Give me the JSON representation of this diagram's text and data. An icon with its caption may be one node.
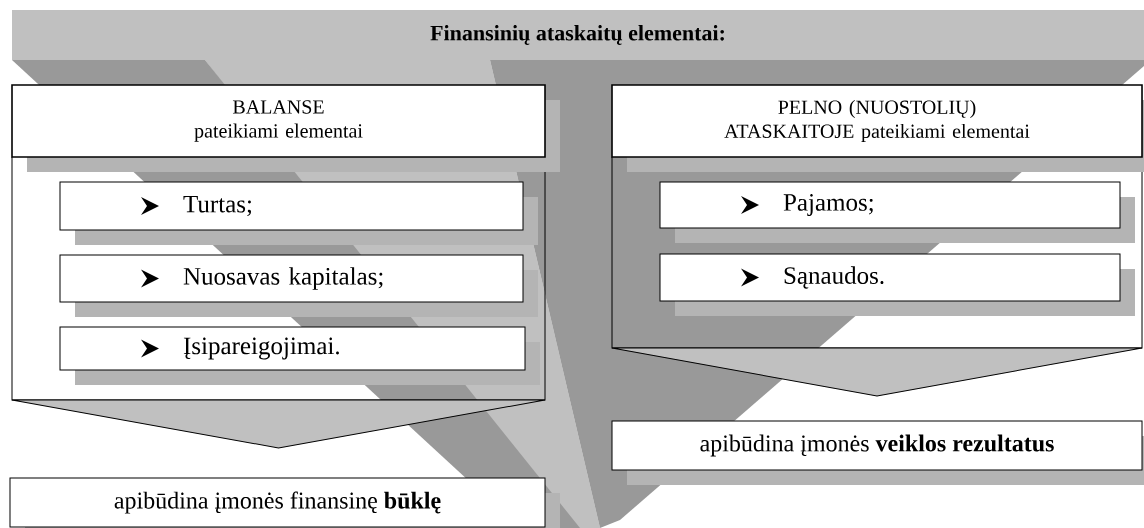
{
  "diagram": {
    "nodes": [
      {
        "text": [
          "Finansinių ataskaitų elementai:"
        ]
      },
      {
        "text": [
          "BALANSE pateikiami elementai"
        ]
      },
      {
        "text": [
          "Turtas;"
        ],
        "in": 1
      },
      {
        "text": [
          "Nuosavas kapitalas;"
        ],
        "in": 1
      },
      {
        "text": [
          "Įsipareigojimai."
        ],
        "in": 1
      },
      {
        "text": [
          "PELNO (NUOSTOLIŲ) ATASKAITOJE pateikiami elementai"
        ]
      },
      {
        "text": [
          "Pajamos;"
        ],
        "in": 5
      },
      {
        "text": [
          "Sąnaudos."
        ],
        "in": 5
      },
      {
        "text": [
          "apibūdina įmonės **veiklos rezultatus**"
        ]
      },
      {
        "text": [
          "apibūdina įmonės finansinę **būklę**"
        ]
      }
    ]
  }
}
